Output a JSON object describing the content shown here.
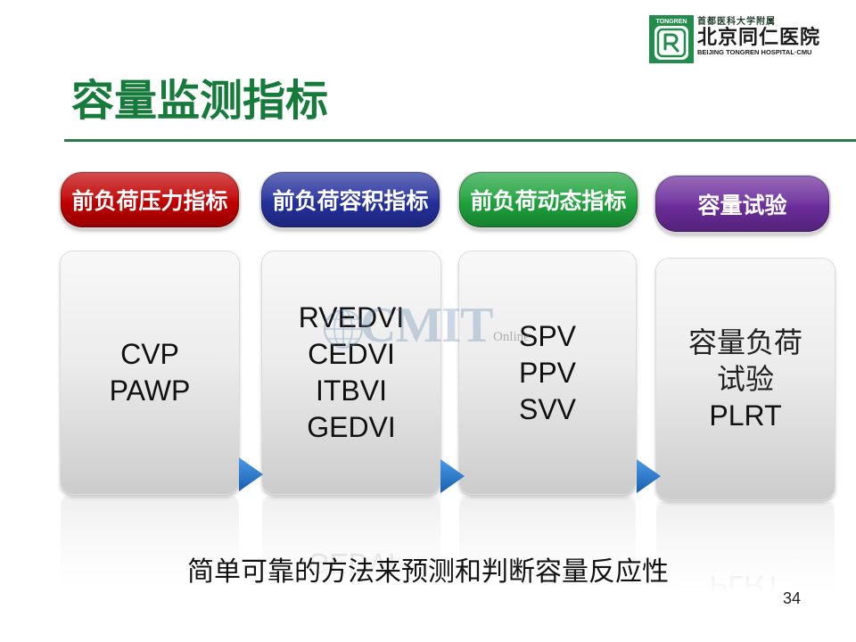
{
  "header": {
    "title": "容量监测指标",
    "logo": {
      "mark_text": "TONGREN",
      "affiliation": "首都医科大学附属",
      "name": "北京同仁医院",
      "english_name": "BEIJING TONGREN HOSPITAL·CMU",
      "icon": "hospital-logo-icon"
    }
  },
  "theme": {
    "title_color": "#157a3a",
    "rule_color": "#2a7a4c",
    "logo_color": "#228c4c",
    "arrow_color": "#1f73c4"
  },
  "categories": [
    {
      "label": "前负荷压力指标",
      "color": "#c00000",
      "items": [
        "CVP",
        "PAWP"
      ]
    },
    {
      "label": "前负荷容积指标",
      "color": "#24309c",
      "items": [
        "RVEDVI",
        "CEDVI",
        "ITBVI",
        "GEDVI"
      ]
    },
    {
      "label": "前负荷动态指标",
      "color": "#1ea23c",
      "items": [
        "SPV",
        "PPV",
        "SVV"
      ]
    },
    {
      "label": "容量试验",
      "color": "#6b2c9b",
      "items": [
        "容量负荷",
        "试验",
        "PLRT"
      ]
    }
  ],
  "flow_arrows": [
    "arrow-right-icon",
    "arrow-right-icon",
    "arrow-right-icon"
  ],
  "watermark": {
    "text": "CMIT",
    "sub_text": "Online",
    "icon": "globe-icon"
  },
  "footer": {
    "summary": "简单可靠的方法来预测和判断容量反应性",
    "page_number": "34"
  }
}
